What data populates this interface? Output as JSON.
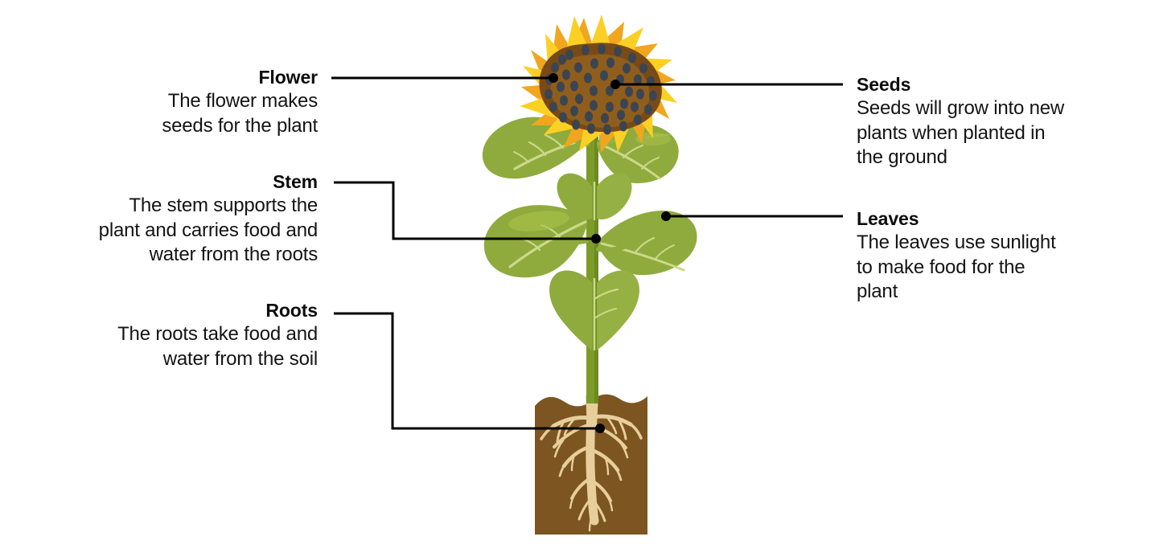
{
  "diagram": {
    "subject": "sunflower-plant",
    "background_color": "#ffffff",
    "line_color": "#000000",
    "text_color": "#101010"
  },
  "callouts": [
    {
      "id": "flower",
      "side": "left",
      "title": "Flower",
      "body": "The flower makes\nseeds for the plant",
      "target": "flower-head"
    },
    {
      "id": "stem",
      "side": "left",
      "title": "Stem",
      "body": "The stem supports the\nplant and carries food and\nwater from the roots",
      "target": "stem"
    },
    {
      "id": "roots",
      "side": "left",
      "title": "Roots",
      "body": "The roots take food and\nwater from the soil",
      "target": "roots"
    },
    {
      "id": "seeds",
      "side": "right",
      "title": "Seeds",
      "body": "Seeds will grow into new\nplants when planted in\nthe ground",
      "target": "seed-disc"
    },
    {
      "id": "leaves",
      "side": "right",
      "title": "Leaves",
      "body": "The leaves use sunlight\nto make food for the\nplant",
      "target": "leaf"
    }
  ],
  "plant": {
    "petal_front_color": "#fbd024",
    "petal_back_color": "#f0a61f",
    "disc_outer_color": "#7a4a16",
    "disc_inner_color": "#8f5d1c",
    "seed_dot_color": "#3b4552",
    "leaf_color": "#8fab3d",
    "leaf_shade_color": "#7f9c33",
    "leaf_highlight_color": "#a8c04a",
    "leaf_vein_color": "#cbd98a",
    "stem_color": "#7d9b29",
    "stem_shade_color": "#6c8a22",
    "soil_color": "#7c5520",
    "soil_shade_color": "#6d4a1c",
    "root_color": "#e7cf9b",
    "root_dark_color": "#d8bb82"
  }
}
